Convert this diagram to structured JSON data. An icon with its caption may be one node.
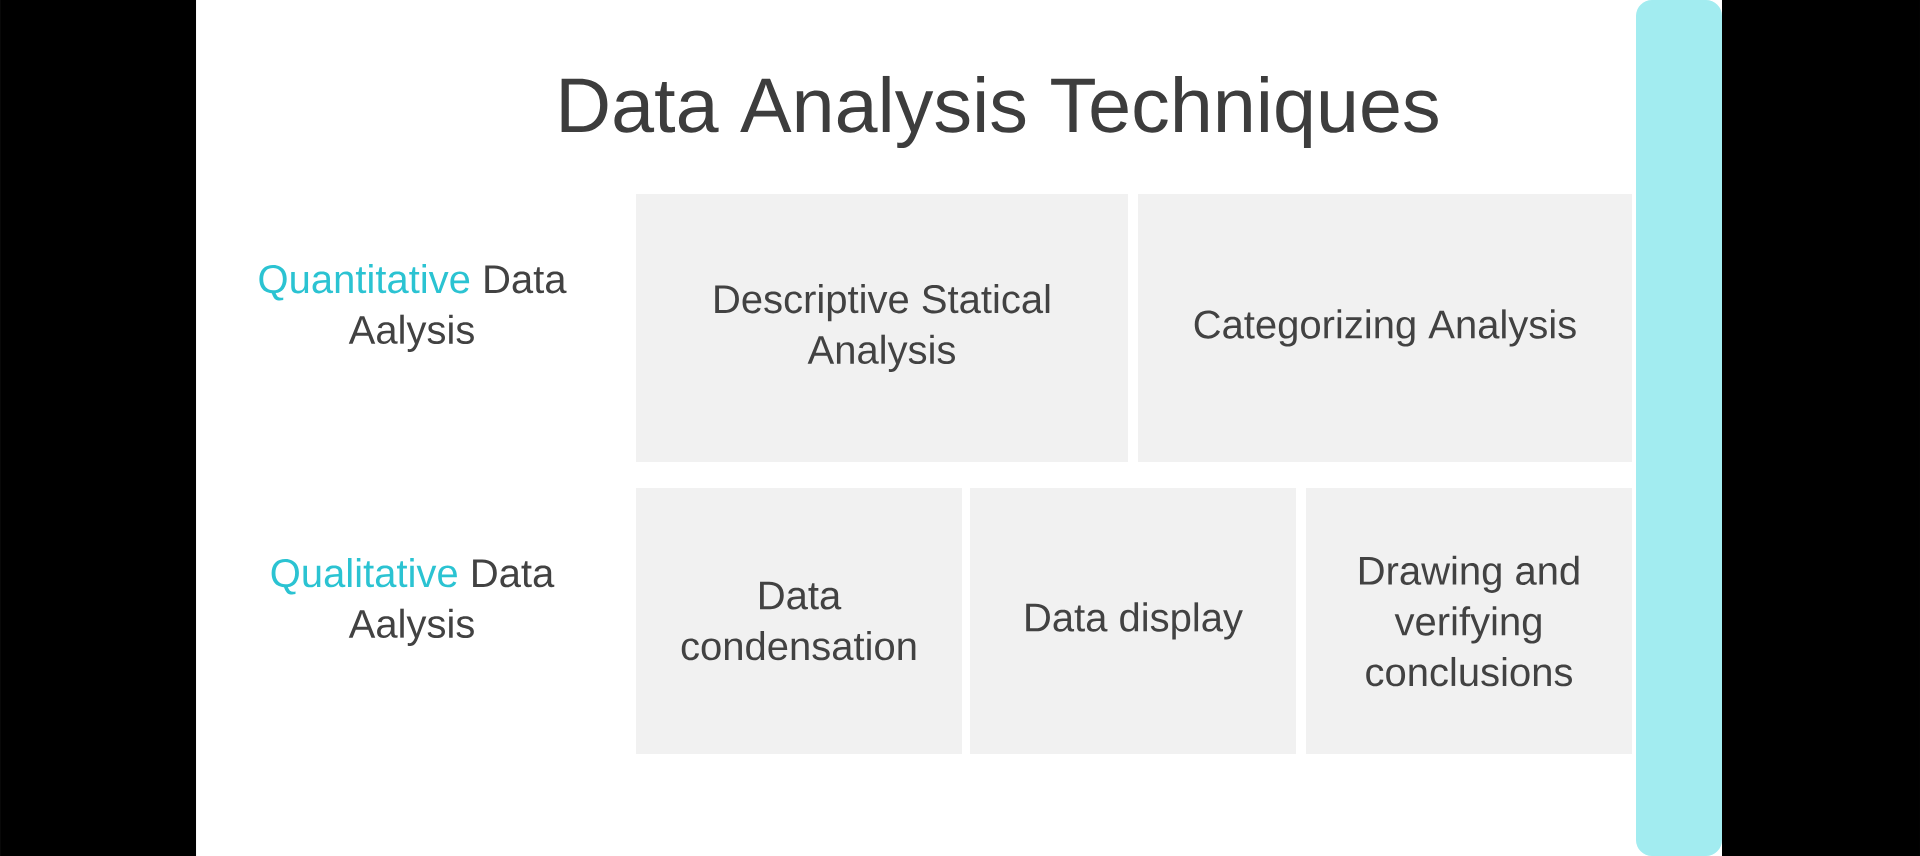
{
  "diagram": {
    "title": "Data Analysis Techniques",
    "nodes": [
      {
        "text": [
          "Descriptive Statical Analysis"
        ]
      },
      {
        "text": [
          "Categorizing Analysis"
        ]
      },
      {
        "text": [
          "Data condensation"
        ]
      },
      {
        "text": [
          "Data display"
        ]
      },
      {
        "text": [
          "Drawing and verifying conclusions"
        ]
      },
      {
        "text": [],
        "shape": "bar"
      }
    ],
    "labels": [
      "Quantitative Data Aalysis",
      "Qualitative Data Aalysis"
    ]
  }
}
